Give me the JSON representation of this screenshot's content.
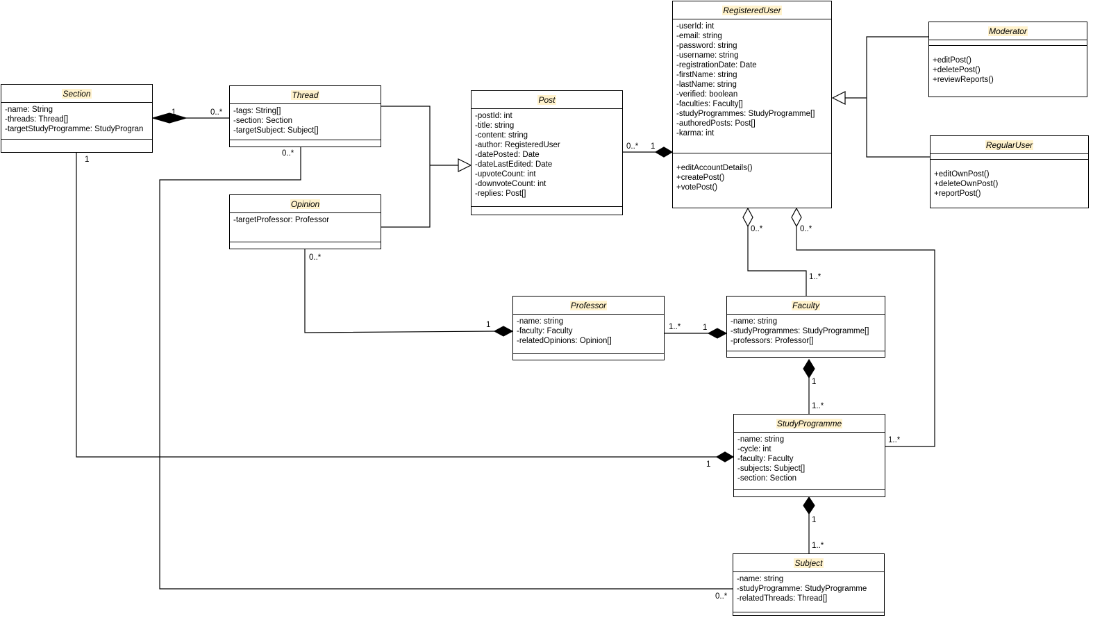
{
  "classes": {
    "section": {
      "name": "Section",
      "attributes": [
        "-name: String",
        "-threads: Thread[]",
        "-targetStudyProgramme: StudyProgran"
      ],
      "methods": []
    },
    "thread": {
      "name": "Thread",
      "attributes": [
        "-tags: String[]",
        "-section: Section",
        "-targetSubject: Subject[]"
      ],
      "methods": []
    },
    "opinion": {
      "name": "Opinion",
      "attributes": [
        "-targetProfessor: Professor"
      ],
      "methods": []
    },
    "post": {
      "name": "Post",
      "attributes": [
        "-postId: int",
        "-title: string",
        "-content: string",
        "-author: RegisteredUser",
        "-datePosted: Date",
        "-dateLastEdited: Date",
        "-upvoteCount: int",
        "-downvoteCount: int",
        "-replies: Post[]"
      ],
      "methods": []
    },
    "registered_user": {
      "name": "RegisteredUser",
      "attributes": [
        "-userId: int",
        "-email: string",
        "-password: string",
        "-username: string",
        "-registrationDate: Date",
        "-firstName: string",
        "-lastName: string",
        "-verified: boolean",
        "-faculties: Faculty[]",
        "-studyProgrammes: StudyProgramme[]",
        "-authoredPosts: Post[]",
        "-karma: int"
      ],
      "methods": [
        "+editAccountDetails()",
        "+createPost()",
        "+votePost()"
      ]
    },
    "moderator": {
      "name": "Moderator",
      "attributes": [],
      "methods": [
        "+editPost()",
        "+deletePost()",
        "+reviewReports()"
      ]
    },
    "regular_user": {
      "name": "RegularUser",
      "attributes": [],
      "methods": [
        "+editOwnPost()",
        "+deleteOwnPost()",
        "+reportPost()"
      ]
    },
    "professor": {
      "name": "Professor",
      "attributes": [
        "-name: string",
        "-faculty: Faculty",
        "-relatedOpinions: Opinion[]"
      ],
      "methods": []
    },
    "faculty": {
      "name": "Faculty",
      "attributes": [
        "-name: string",
        "-studyProgrammes: StudyProgramme[]",
        "-professors: Professor[]"
      ],
      "methods": []
    },
    "study_programme": {
      "name": "StudyProgramme",
      "attributes": [
        "-name: string",
        "-cycle: int",
        "-faculty: Faculty",
        "-subjects: Subject[]",
        "-section: Section"
      ],
      "methods": []
    },
    "subject": {
      "name": "Subject",
      "attributes": [
        "-name: string",
        "-studyProgramme: StudyProgramme",
        "-relatedThreads: Thread[]"
      ],
      "methods": []
    }
  },
  "relationships": [
    {
      "type": "composition",
      "whole": "Section",
      "part": "Thread",
      "whole_multiplicity": "1",
      "part_multiplicity": "0..*"
    },
    {
      "type": "generalization",
      "parent": "Post",
      "child": "Thread"
    },
    {
      "type": "generalization",
      "parent": "Post",
      "child": "Opinion"
    },
    {
      "type": "composition",
      "whole": "RegisteredUser",
      "part": "Post",
      "whole_multiplicity": "1",
      "part_multiplicity": "0..*"
    },
    {
      "type": "generalization",
      "parent": "RegisteredUser",
      "child": "Moderator"
    },
    {
      "type": "generalization",
      "parent": "RegisteredUser",
      "child": "RegularUser"
    },
    {
      "type": "aggregation",
      "whole": "RegisteredUser",
      "part": "Faculty",
      "whole_multiplicity": "0..*",
      "part_multiplicity": "1..*"
    },
    {
      "type": "aggregation",
      "whole": "RegisteredUser",
      "part": "StudyProgramme",
      "whole_multiplicity": "0..*",
      "part_multiplicity": "1..*"
    },
    {
      "type": "composition",
      "whole": "Professor",
      "part": "Opinion",
      "whole_multiplicity": "1",
      "part_multiplicity": "0..*"
    },
    {
      "type": "composition",
      "whole": "Faculty",
      "part": "Professor",
      "whole_multiplicity": "1",
      "part_multiplicity": "1..*"
    },
    {
      "type": "composition",
      "whole": "Faculty",
      "part": "StudyProgramme",
      "whole_multiplicity": "1",
      "part_multiplicity": "1..*"
    },
    {
      "type": "composition",
      "whole": "StudyProgramme",
      "part": "Section",
      "whole_multiplicity": "1",
      "part_multiplicity": "1"
    },
    {
      "type": "composition",
      "whole": "StudyProgramme",
      "part": "Subject",
      "whole_multiplicity": "1",
      "part_multiplicity": "1..*"
    },
    {
      "type": "association",
      "end_a": "Thread",
      "end_b": "Subject",
      "end_a_multiplicity": "0..*",
      "end_b_multiplicity": "0..*"
    }
  ],
  "multiplicities": {
    "section_thread_whole": "1",
    "section_thread_part": "0..*",
    "section_programme_end": "1",
    "thread_subject_thread_end": "0..*",
    "opinion_end": "0..*",
    "professor_opinion_end": "1",
    "post_end": "0..*",
    "user_post_end": "1",
    "user_faculty_user_end": "0..*",
    "user_programme_user_end": "0..*",
    "faculty_user_end": "1..*",
    "professor_faculty_end": "1..*",
    "faculty_professor_end": "1",
    "faculty_programme_whole": "1",
    "faculty_programme_part": "1..*",
    "programme_user_end": "1..*",
    "programme_section_end": "1",
    "programme_subject_whole": "1",
    "programme_subject_part": "1..*",
    "subject_thread_end": "0..*"
  },
  "colors": {
    "line": "#000000",
    "box_fill": "#ffffff",
    "name_highlight": "#fff2cc"
  }
}
